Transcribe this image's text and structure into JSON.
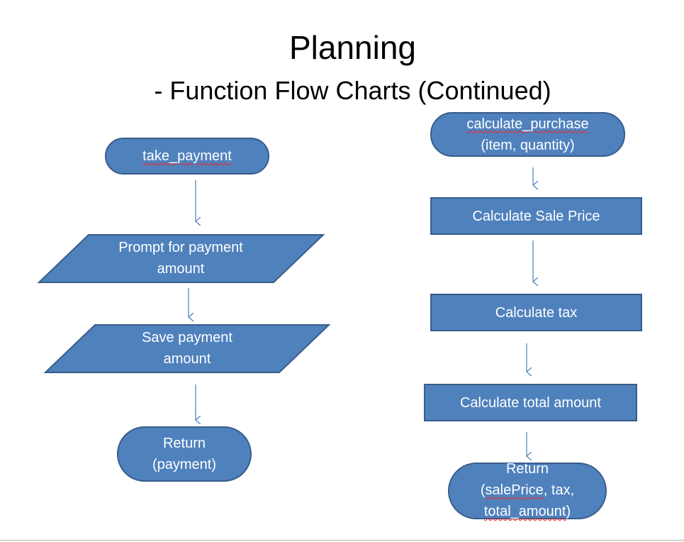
{
  "slide": {
    "title": "Planning",
    "subtitle": "- Function Flow Charts (Continued)"
  },
  "colors": {
    "shape_fill": "#4f81bd",
    "shape_stroke": "#385d8a",
    "arrow": "#4a7ebb",
    "text": "#ffffff"
  },
  "left_flow": {
    "start": "take_payment",
    "step1_line1": "Prompt for payment",
    "step1_line2": "amount",
    "step2_line1": "Save payment",
    "step2_line2": "amount",
    "end_line1": "Return",
    "end_line2": "(payment)"
  },
  "right_flow": {
    "start_line1": "calculate_purchase",
    "start_line2": "(item, quantity)",
    "step1": "Calculate Sale Price",
    "step2": "Calculate tax",
    "step3": "Calculate total amount",
    "end_line1": "Return",
    "end_line2_part1": "(",
    "end_line2_part2": "salePrice",
    "end_line2_part3": ", tax,",
    "end_line3_part1": "total_amount",
    "end_line3_part2": ")"
  }
}
